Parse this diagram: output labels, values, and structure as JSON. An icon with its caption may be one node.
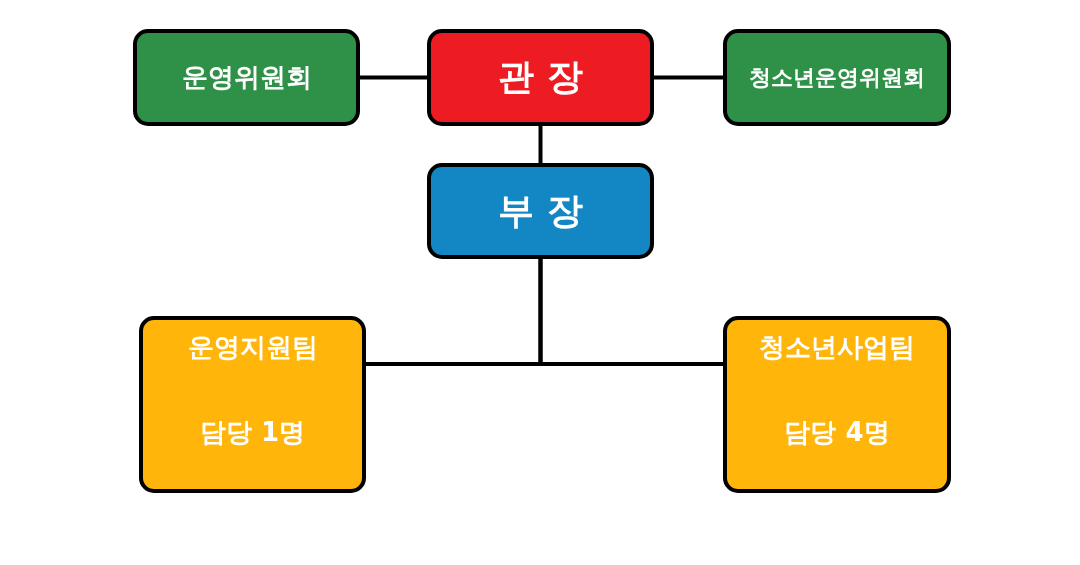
{
  "diagram": {
    "nodes": [
      {
        "text": [
          "관 장"
        ]
      },
      {
        "text": [
          "운영위원회"
        ]
      },
      {
        "text": [
          "청소년운영위원회"
        ]
      },
      {
        "text": [
          "부 장"
        ]
      },
      {
        "text": [
          "운영지원팀",
          "담당 1명"
        ]
      },
      {
        "text": [
          "청소년사업팀",
          "담당 4명"
        ]
      }
    ],
    "edges": [
      {
        "from": 0,
        "to": 1,
        "arrow": "none"
      },
      {
        "from": 0,
        "to": 2,
        "arrow": "none"
      },
      {
        "from": 0,
        "to": 3,
        "arrow": "none"
      },
      {
        "from": 3,
        "to": 4,
        "arrow": "none"
      },
      {
        "from": 3,
        "to": 5,
        "arrow": "none"
      }
    ]
  }
}
